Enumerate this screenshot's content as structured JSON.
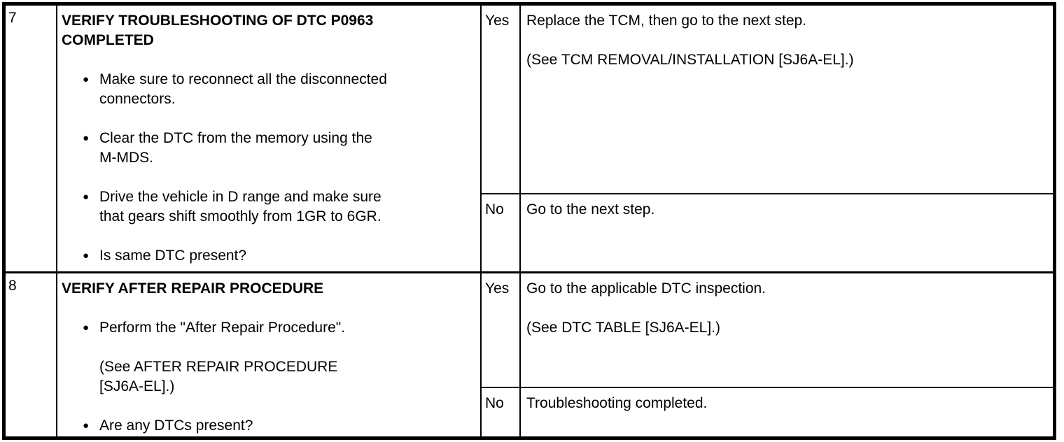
{
  "colors": {
    "background": "#ffffff",
    "border": "#000000",
    "text": "#000000"
  },
  "icons": {
    "bullet": "●"
  },
  "table": {
    "steps": [
      {
        "step": "7",
        "action": {
          "title": "VERIFY TROUBLESHOOTING OF DTC P0963\nCOMPLETED",
          "bullets": [
            "Make sure to reconnect all the disconnected\nconnectors.",
            "Clear the DTC from the memory using the\nM-MDS.",
            "Drive the vehicle in D range and make sure\nthat gears shift smoothly from 1GR to 6GR.",
            "Is same DTC present?"
          ]
        },
        "outcomes": [
          {
            "answer": "Yes",
            "result": "Replace the TCM, then go to the next step.\n\n(See TCM REMOVAL/INSTALLATION [SJ6A-EL].)"
          },
          {
            "answer": "No",
            "result": "Go to the next step."
          }
        ]
      },
      {
        "step": "8",
        "action": {
          "title": "VERIFY AFTER REPAIR PROCEDURE",
          "bullets": [
            "Perform the \"After Repair Procedure\".\n\n(See AFTER REPAIR PROCEDURE\n[SJ6A-EL].)",
            "Are any DTCs present?"
          ]
        },
        "outcomes": [
          {
            "answer": "Yes",
            "result": "Go to the applicable DTC inspection.\n\n(See DTC TABLE [SJ6A-EL].)"
          },
          {
            "answer": "No",
            "result": "Troubleshooting completed."
          }
        ]
      }
    ]
  }
}
